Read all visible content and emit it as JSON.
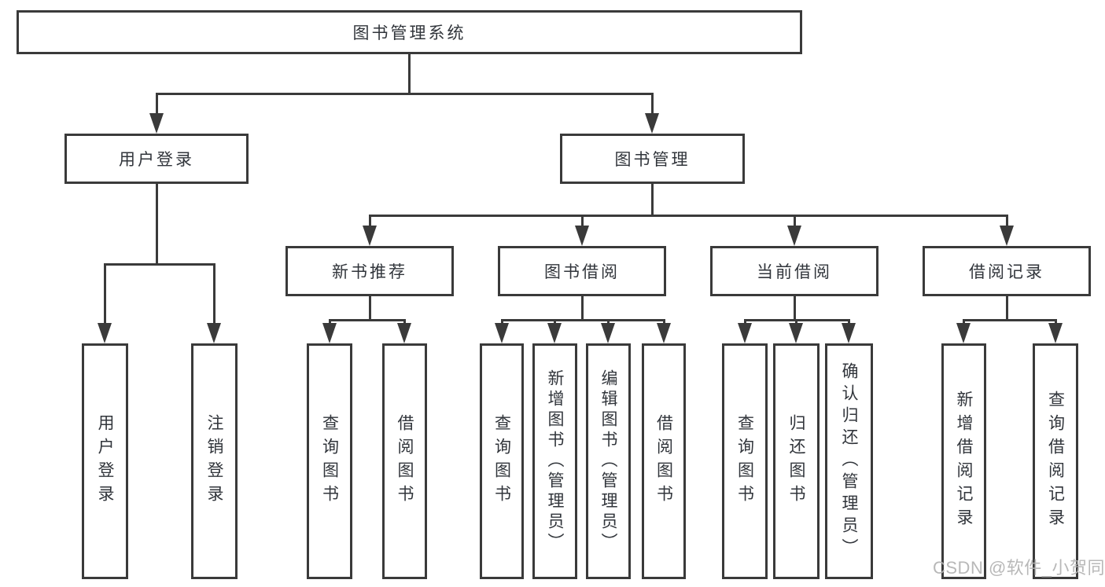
{
  "diagram": {
    "root": {
      "label": "图书管理系统"
    },
    "branches": [
      {
        "label": "用户登录",
        "children": [
          {
            "label": "用户登录"
          },
          {
            "label": "注销登录"
          }
        ]
      },
      {
        "label": "图书管理",
        "children": [
          {
            "label": "新书推荐",
            "children": [
              {
                "label": "查询图书"
              },
              {
                "label": "借阅图书"
              }
            ]
          },
          {
            "label": "图书借阅",
            "children": [
              {
                "label": "查询图书"
              },
              {
                "label": "新增图书（管理员）"
              },
              {
                "label": "编辑图书（管理员）"
              },
              {
                "label": "借阅图书"
              }
            ]
          },
          {
            "label": "当前借阅",
            "children": [
              {
                "label": "查询图书"
              },
              {
                "label": "归还图书"
              },
              {
                "label": "确认归还（管理员）"
              }
            ]
          },
          {
            "label": "借阅记录",
            "children": [
              {
                "label": "新增借阅记录"
              },
              {
                "label": "查询借阅记录"
              }
            ]
          }
        ]
      }
    ]
  },
  "watermark": {
    "text": "CSDN @软件_小贺同学"
  },
  "colors": {
    "line": "#3a3a3a",
    "text": "#31353b",
    "background": "#ffffff",
    "watermark": "#b2b2b2"
  }
}
